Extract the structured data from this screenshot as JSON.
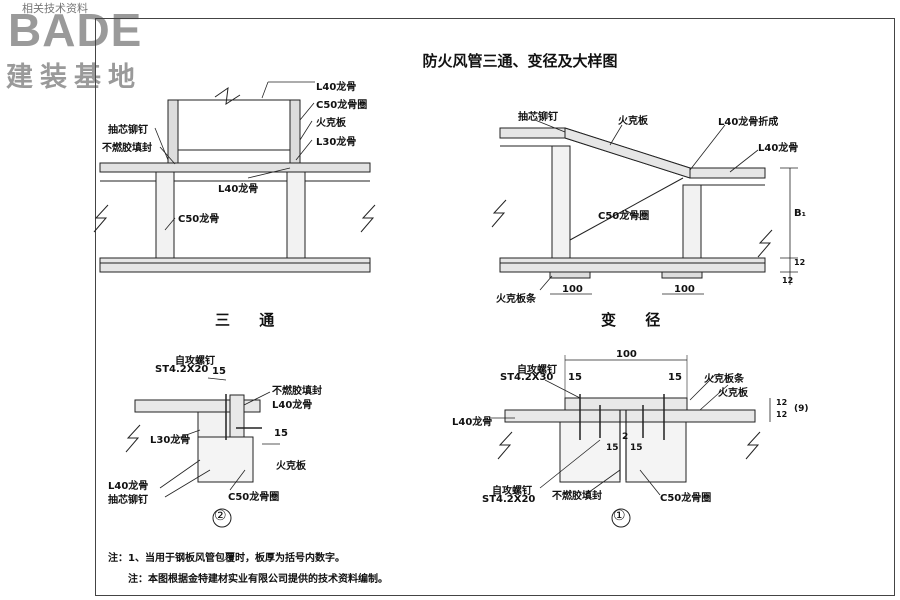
{
  "header": {
    "watermark": "相关技术资料",
    "logo": "BADE",
    "logo_sub": "建装基地"
  },
  "title": "防火风管三通、变径及大样图",
  "tee": {
    "caption": "三  通",
    "labels": {
      "l40_top": "L40龙骨",
      "c50_ring": "C50龙骨圈",
      "fire_board": "火克板",
      "l30": "L30龙骨",
      "rivet": "抽芯铆钉",
      "seal": "不燃胶填封",
      "l40_mid": "L40龙骨",
      "c50": "C50龙骨"
    }
  },
  "reducer": {
    "caption": "变  径",
    "labels": {
      "rivet": "抽芯铆钉",
      "fire_board": "火克板",
      "l40_fold": "L40龙骨折成",
      "l40": "L40龙骨",
      "c50_ring": "C50龙骨圈",
      "strip": "火克板条",
      "dim_left": "100",
      "dim_right": "100",
      "b1": "B₁",
      "d12a": "12",
      "d12b": "12"
    }
  },
  "detail2": {
    "number": "②",
    "labels": {
      "screw": "自攻螺钉",
      "screw_spec": "ST4.2X20",
      "d15": "15",
      "seal": "不燃胶填封",
      "l40": "L40龙骨",
      "l30": "L30龙骨",
      "d15b": "15",
      "l40_bottom": "L40龙骨",
      "fire_board": "火克板",
      "rivet": "抽芯铆钉",
      "c50_ring": "C50龙骨圈"
    }
  },
  "detail1": {
    "number": "①",
    "labels": {
      "d100": "100",
      "screw": "自攻螺钉",
      "screw_spec": "ST4.2X30",
      "d15a": "15",
      "d15b": "15",
      "strip": "火克板条",
      "fire_board": "火克板",
      "l40": "L40龙骨",
      "d12a": "12",
      "d12b": "12",
      "d9": "(9)",
      "d2": "2",
      "d15c": "15",
      "d15d": "15",
      "screw2": "自攻螺钉",
      "screw2_spec": "ST4.2X20",
      "seal": "不燃胶填封",
      "c50_ring": "C50龙骨圈"
    }
  },
  "notes": {
    "note1": "注：1、当用于钢板风管包覆时，板厚为括号内数字。",
    "note2": "注：本图根据金特建材实业有限公司提供的技术资料编制。"
  }
}
